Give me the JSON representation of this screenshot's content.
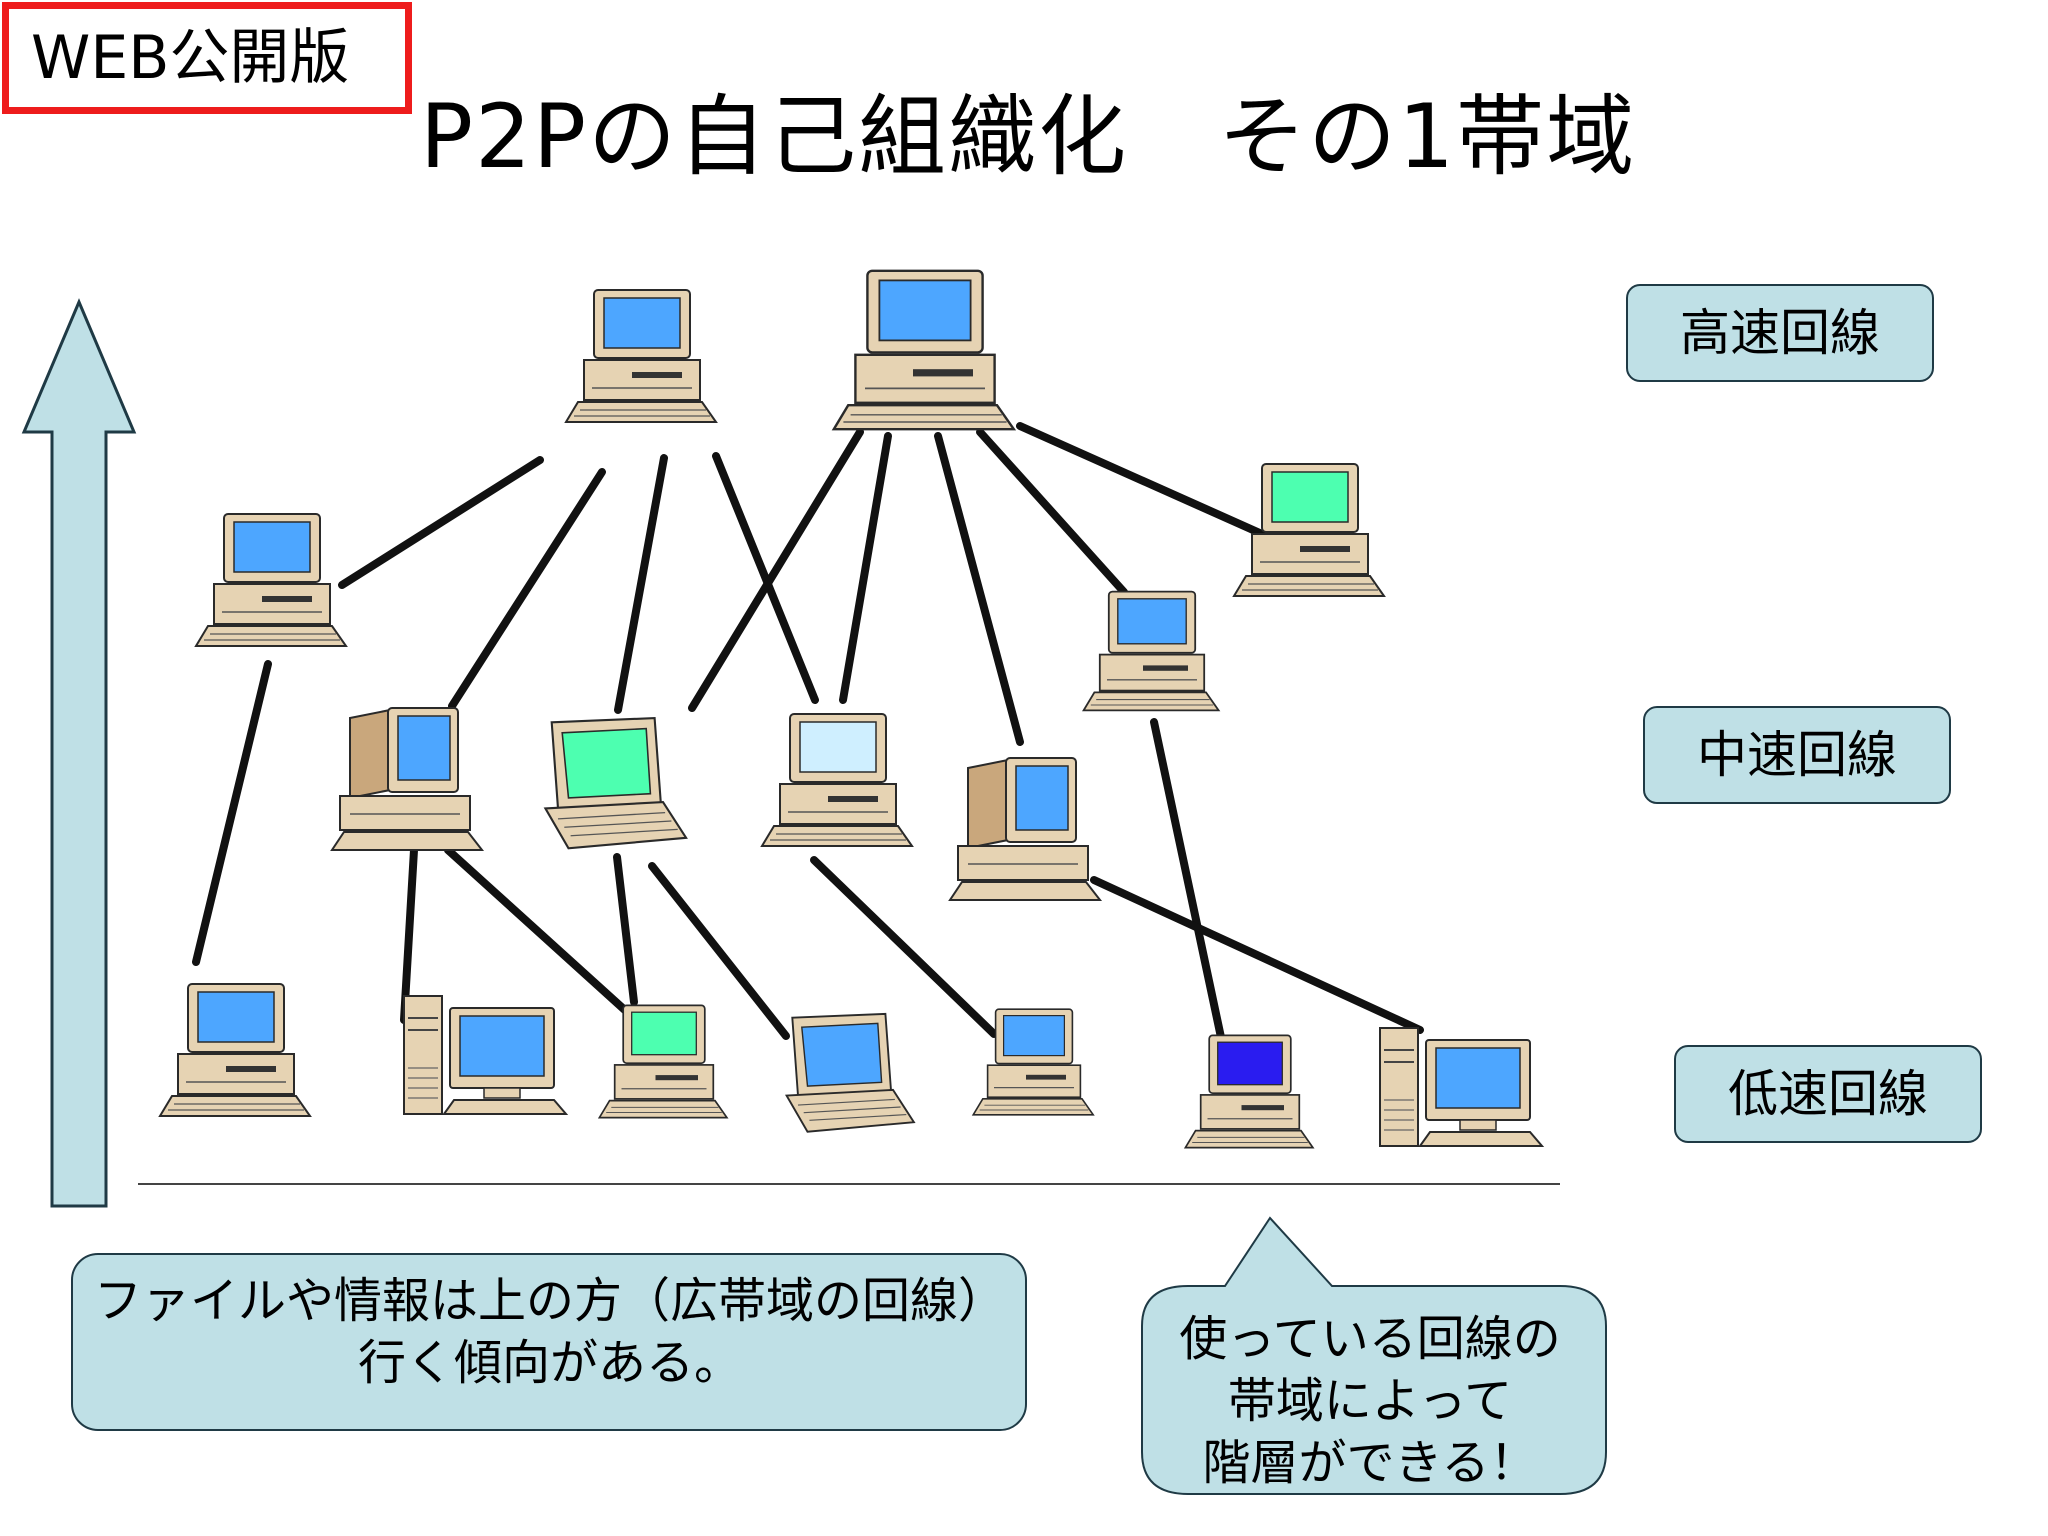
{
  "badge": {
    "label": "WEB公開版"
  },
  "title": "P2Pの自己組織化　その1帯域",
  "tiers": {
    "high": "高速回線",
    "mid": "中速回線",
    "low": "低速回線"
  },
  "note": {
    "line1": "ファイルや情報は上の方（広帯域の回線）",
    "line2": "行く傾向がある。"
  },
  "callout": {
    "line1": "使っている回線の",
    "line2": "帯域によって",
    "line3": "階層ができる！"
  },
  "colors": {
    "panel_fill": "#bfe0e6",
    "screen_blue": "#4da6ff",
    "screen_green": "#4dffb0",
    "screen_navy": "#2a1cf0",
    "screen_pale": "#cfefff",
    "case_beige": "#e6d3b3",
    "badge_border": "#ee1c1c"
  },
  "icons": {
    "axis": "upward-arrow",
    "computers": [
      "desktop-computer-icon",
      "laptop-computer-icon",
      "tower-computer-icon"
    ]
  }
}
